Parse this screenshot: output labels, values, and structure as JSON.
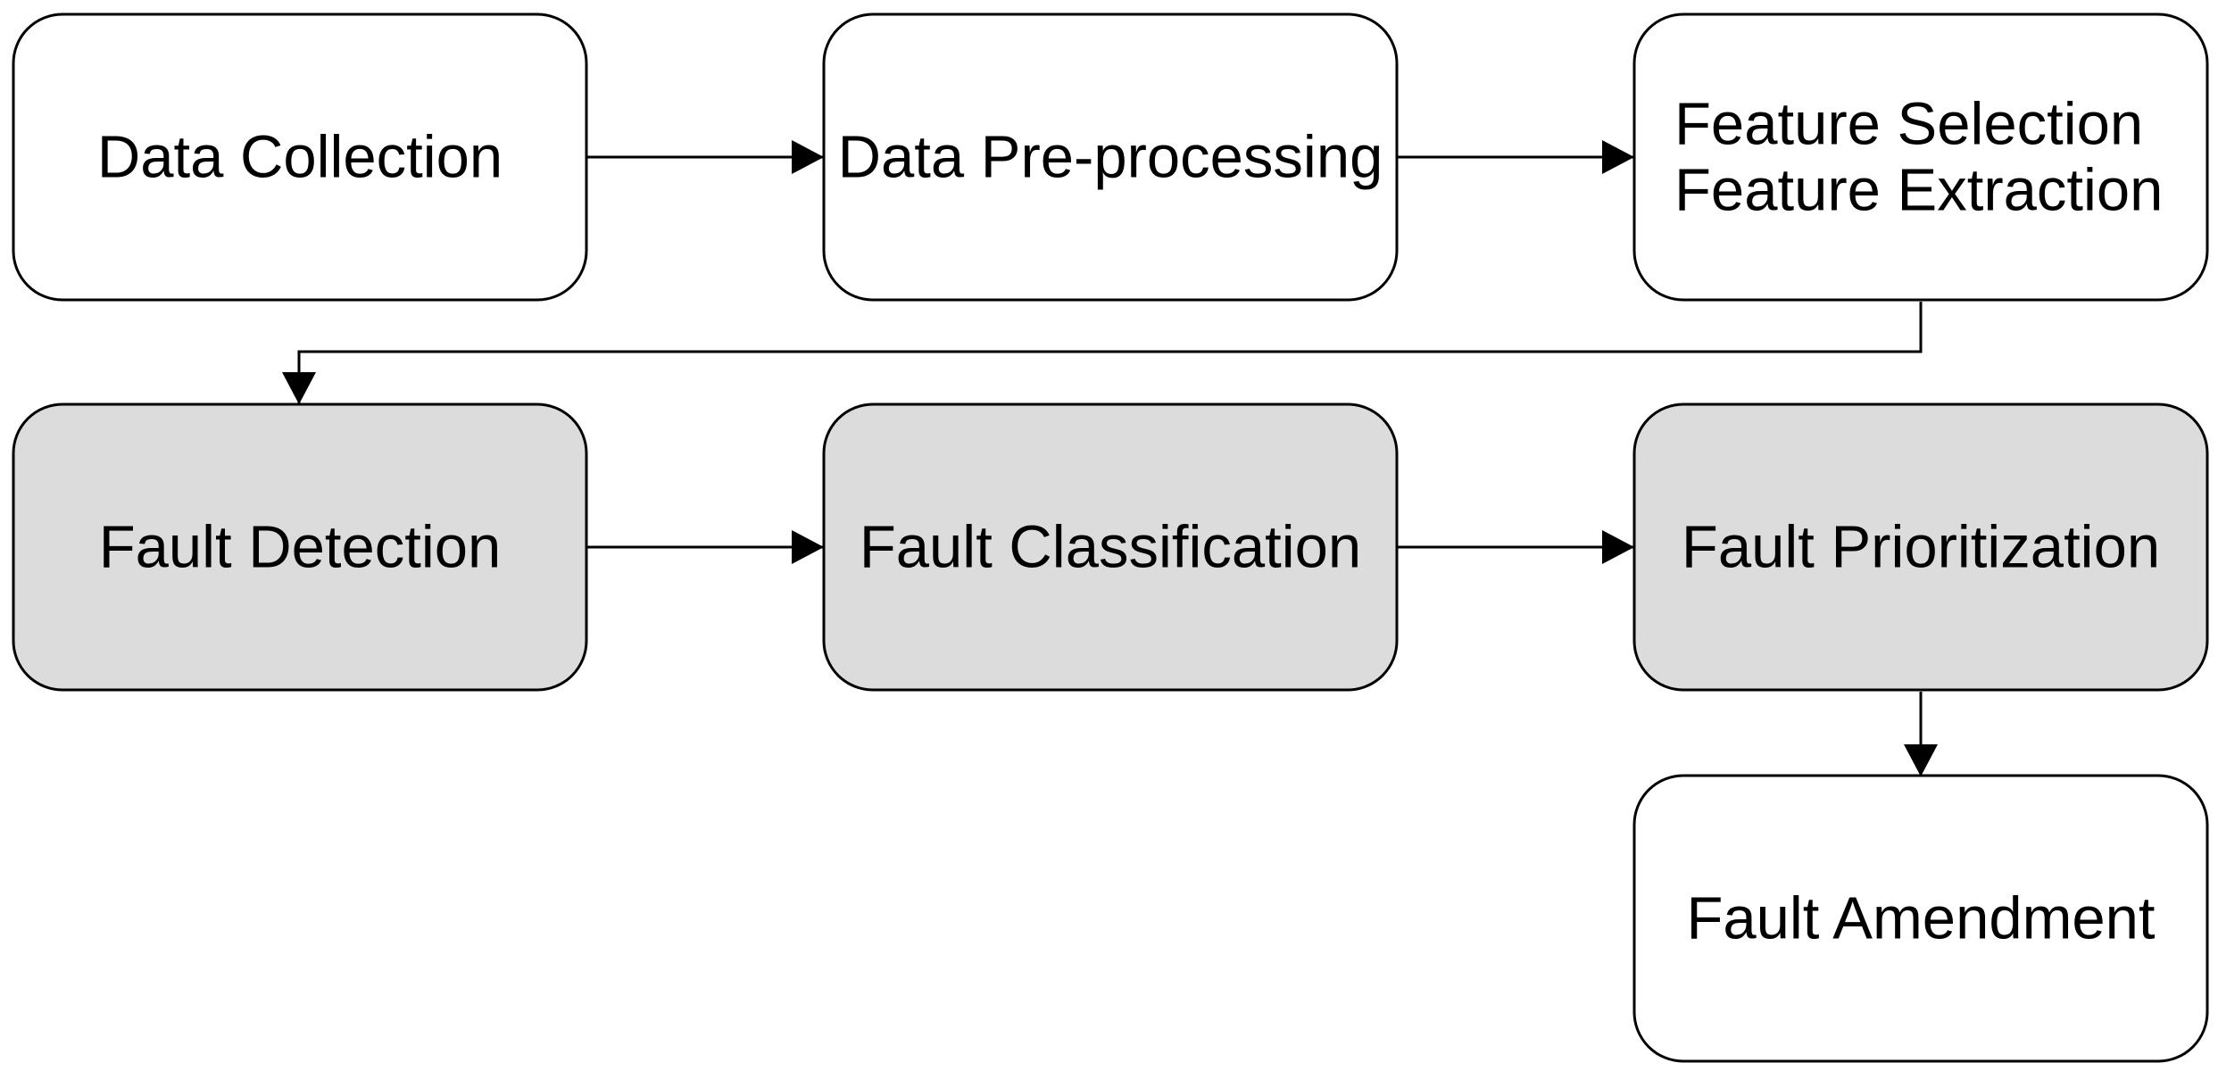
{
  "diagram": {
    "colors": {
      "stroke": "#000000",
      "plain_fill": "#ffffff",
      "shaded_fill": "#dcdcdc",
      "text": "#000000"
    },
    "nodes": {
      "data_collection": {
        "lines": [
          "Data Collection"
        ],
        "shaded": false
      },
      "data_preprocessing": {
        "lines": [
          "Data Pre-processing"
        ],
        "shaded": false
      },
      "feature_selection_extraction": {
        "lines": [
          "Feature Selection",
          "Feature Extraction"
        ],
        "shaded": false
      },
      "fault_detection": {
        "lines": [
          "Fault Detection"
        ],
        "shaded": true
      },
      "fault_classification": {
        "lines": [
          "Fault Classification"
        ],
        "shaded": true
      },
      "fault_prioritization": {
        "lines": [
          "Fault Prioritization"
        ],
        "shaded": true
      },
      "fault_amendment": {
        "lines": [
          "Fault Amendment"
        ],
        "shaded": false
      }
    },
    "edges": [
      {
        "from": "data_collection",
        "to": "data_preprocessing"
      },
      {
        "from": "data_preprocessing",
        "to": "feature_selection_extraction"
      },
      {
        "from": "feature_selection_extraction",
        "to": "fault_detection"
      },
      {
        "from": "fault_detection",
        "to": "fault_classification"
      },
      {
        "from": "fault_classification",
        "to": "fault_prioritization"
      },
      {
        "from": "fault_prioritization",
        "to": "fault_amendment"
      }
    ]
  }
}
